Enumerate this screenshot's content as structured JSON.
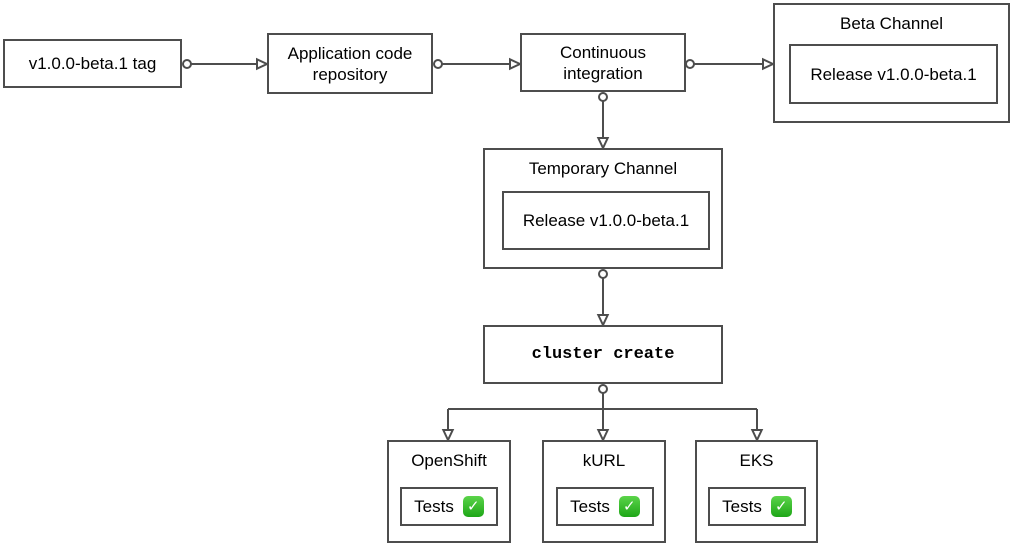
{
  "diagram": {
    "type": "flowchart",
    "nodes": {
      "tag": {
        "label": "v1.0.0-beta.1 tag"
      },
      "repo": {
        "label": "Application code\nrepository"
      },
      "ci": {
        "label": "Continuous\nintegration"
      },
      "beta_channel": {
        "title": "Beta Channel",
        "release_label": "Release v1.0.0-beta.1"
      },
      "temp_channel": {
        "title": "Temporary Channel",
        "release_label": "Release v1.0.0-beta.1"
      },
      "cluster_create": {
        "label": "cluster create"
      },
      "clusters": [
        {
          "title": "OpenShift",
          "tests_label": "Tests",
          "status_icon": "check-mark-button"
        },
        {
          "title": "kURL",
          "tests_label": "Tests",
          "status_icon": "check-mark-button"
        },
        {
          "title": "EKS",
          "tests_label": "Tests",
          "status_icon": "check-mark-button"
        }
      ]
    },
    "icons": {
      "check_glyph": "✓"
    },
    "colors": {
      "line": "#4d4d4d",
      "box_border": "#4d4d4d",
      "background": "#ffffff",
      "text": "#000000",
      "check_green": "#2db312",
      "check_mark": "#ffffff"
    }
  }
}
